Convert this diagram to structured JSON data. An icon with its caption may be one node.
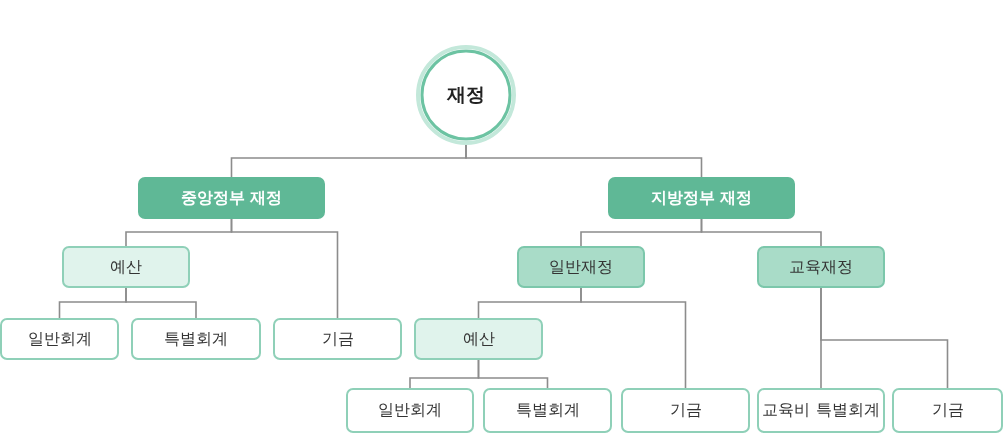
{
  "diagram": {
    "nodes": [
      {
        "text": [
          "재정"
        ]
      },
      {
        "text": [
          "중앙정부 재정"
        ]
      },
      {
        "text": [
          "지방정부 재정"
        ]
      },
      {
        "text": [
          "예산"
        ]
      },
      {
        "text": [
          "일반회계"
        ]
      },
      {
        "text": [
          "특별회계"
        ]
      },
      {
        "text": [
          "기금"
        ]
      },
      {
        "text": [
          "일반재정"
        ]
      },
      {
        "text": [
          "교육재정"
        ]
      },
      {
        "text": [
          "예산"
        ]
      },
      {
        "text": [
          "일반회계"
        ]
      },
      {
        "text": [
          "특별회계"
        ]
      },
      {
        "text": [
          "기금"
        ]
      },
      {
        "text": [
          "교육비 특별회계"
        ]
      },
      {
        "text": [
          "기금"
        ]
      }
    ],
    "edges": [
      {
        "from": 0,
        "to": 1,
        "arrow": "none"
      },
      {
        "from": 0,
        "to": 2,
        "arrow": "none"
      },
      {
        "from": 1,
        "to": 3,
        "arrow": "none"
      },
      {
        "from": 1,
        "to": 6,
        "arrow": "none"
      },
      {
        "from": 3,
        "to": 4,
        "arrow": "none"
      },
      {
        "from": 3,
        "to": 5,
        "arrow": "none"
      },
      {
        "from": 2,
        "to": 7,
        "arrow": "none"
      },
      {
        "from": 2,
        "to": 8,
        "arrow": "none"
      },
      {
        "from": 7,
        "to": 9,
        "arrow": "none"
      },
      {
        "from": 7,
        "to": 12,
        "arrow": "none"
      },
      {
        "from": 9,
        "to": 10,
        "arrow": "none"
      },
      {
        "from": 9,
        "to": 11,
        "arrow": "none"
      },
      {
        "from": 8,
        "to": 13,
        "arrow": "none"
      },
      {
        "from": 8,
        "to": 14,
        "arrow": "none"
      }
    ]
  }
}
